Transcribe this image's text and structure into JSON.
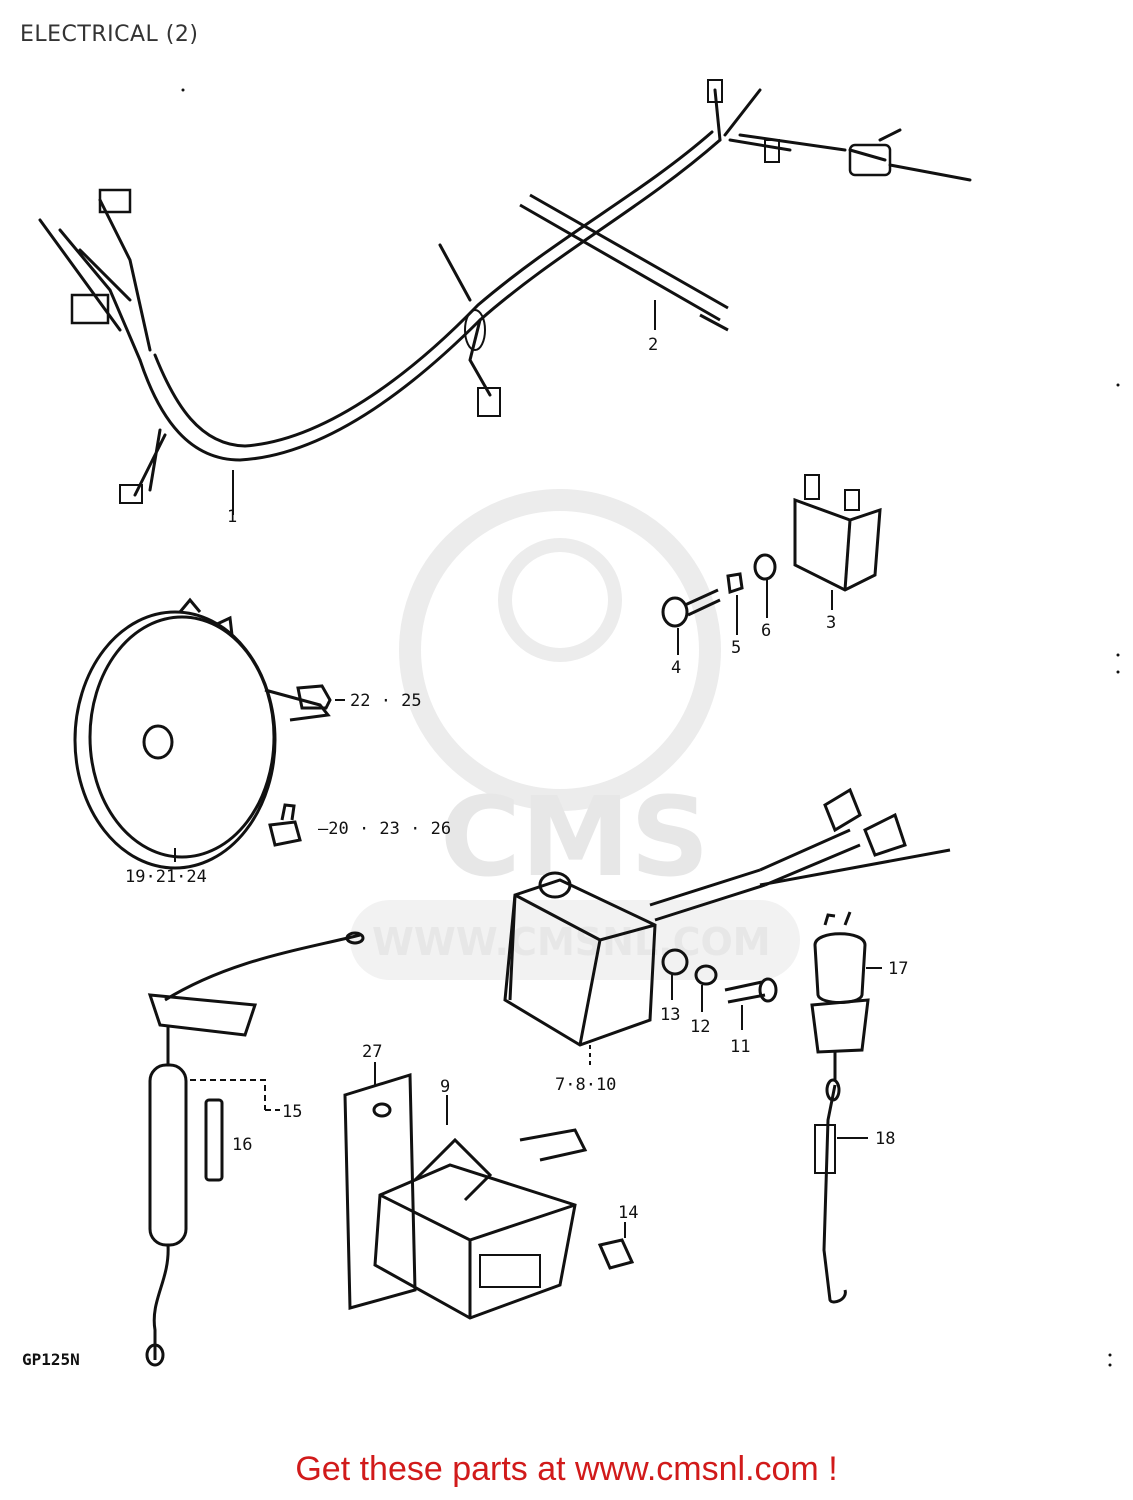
{
  "title": "ELECTRICAL (2)",
  "model_code": "GP125N",
  "footer_text": "Get these parts at www.cmsnl.com !",
  "watermark": {
    "logo_text": "CMS",
    "url_text": "WWW.CMSNL.COM"
  },
  "callouts": [
    {
      "id": "wiring-harness",
      "label": "1"
    },
    {
      "id": "harness-band",
      "label": "2"
    },
    {
      "id": "relay",
      "label": "3"
    },
    {
      "id": "bolt",
      "label": "4"
    },
    {
      "id": "nut",
      "label": "5"
    },
    {
      "id": "washer",
      "label": "6"
    },
    {
      "id": "horn",
      "label": "19·21·24"
    },
    {
      "id": "horn-cushion",
      "label": "22 · 25"
    },
    {
      "id": "horn-bolt",
      "label": "–20 · 23 · 26"
    },
    {
      "id": "regulator-rectifier",
      "label": "7·8·10"
    },
    {
      "id": "cdi-washer",
      "label": "13"
    },
    {
      "id": "cdi-lock-washer",
      "label": "12"
    },
    {
      "id": "cdi-bolt",
      "label": "11"
    },
    {
      "id": "brake-switch",
      "label": "17"
    },
    {
      "id": "brake-spring",
      "label": "18"
    },
    {
      "id": "fuse-holder",
      "label": "15"
    },
    {
      "id": "fuse",
      "label": "16"
    },
    {
      "id": "ignition-coil-bracket",
      "label": "27"
    },
    {
      "id": "ignition-coil",
      "label": "9"
    },
    {
      "id": "coil-bolt",
      "label": "14"
    }
  ],
  "colors": {
    "footer": "#d11a1a",
    "line": "#111111",
    "watermark": "#e7e7e7"
  }
}
